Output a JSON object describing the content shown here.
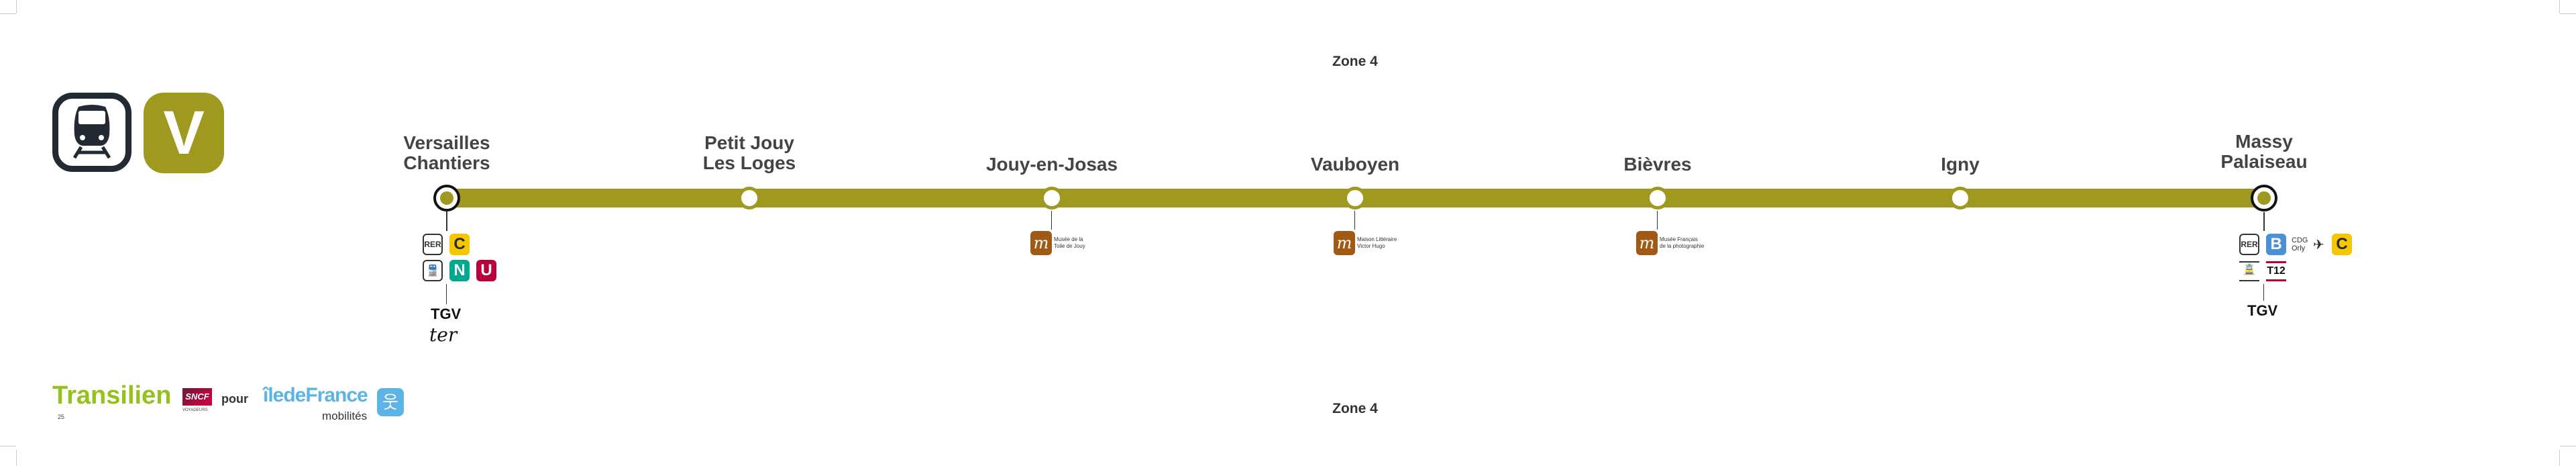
{
  "zones": {
    "top": "Zone 4",
    "bottom": "Zone 4"
  },
  "line": {
    "name": "V",
    "color": "#a0991f",
    "mode_icon": "train-icon"
  },
  "stations": [
    {
      "name": [
        "Versailles",
        "Chantiers"
      ],
      "terminus": true
    },
    {
      "name": [
        "Petit Jouy",
        "Les Loges"
      ],
      "terminus": false
    },
    {
      "name": [
        "Jouy-en-Josas"
      ],
      "terminus": false,
      "museum": [
        "Musée de la",
        "Toile de Jouy"
      ]
    },
    {
      "name": [
        "Vauboyen"
      ],
      "terminus": false,
      "museum": [
        "Maison Littéraire",
        "Victor Hugo"
      ]
    },
    {
      "name": [
        "Bièvres"
      ],
      "terminus": false,
      "museum": [
        "Musée Français",
        "de la photographie"
      ]
    },
    {
      "name": [
        "Igny"
      ],
      "terminus": false
    },
    {
      "name": [
        "Massy",
        "Palaiseau"
      ],
      "terminus": true
    }
  ],
  "versailles_connections": {
    "rer_label": "RER",
    "rer_line": "C",
    "rer_color": "#f6c700",
    "transilien": [
      {
        "line": "N",
        "color": "#00a88f"
      },
      {
        "line": "U",
        "color": "#b8003c"
      }
    ],
    "tgv": "TGV",
    "ter": "ter"
  },
  "massy_connections": {
    "rer_label": "RER",
    "rer_line": "B",
    "rer_color": "#4a90d4",
    "airports": [
      "CDG",
      "Orly"
    ],
    "airport_icon": "plane-icon",
    "airport_line": "C",
    "airport_line_color": "#f6c700",
    "tram": "T12",
    "tram_color": "#b8003c",
    "tgv": "TGV"
  },
  "footer": {
    "transilien": "Transilien",
    "sncf": "SNCF",
    "sncf_sub": "VOYAGEURS",
    "pour": "pour",
    "idf": "îledeFrance",
    "idf_sub": "mobilités",
    "page_number": "25",
    "transilien_color": "#95c11f",
    "idf_color": "#5bb4e5"
  }
}
